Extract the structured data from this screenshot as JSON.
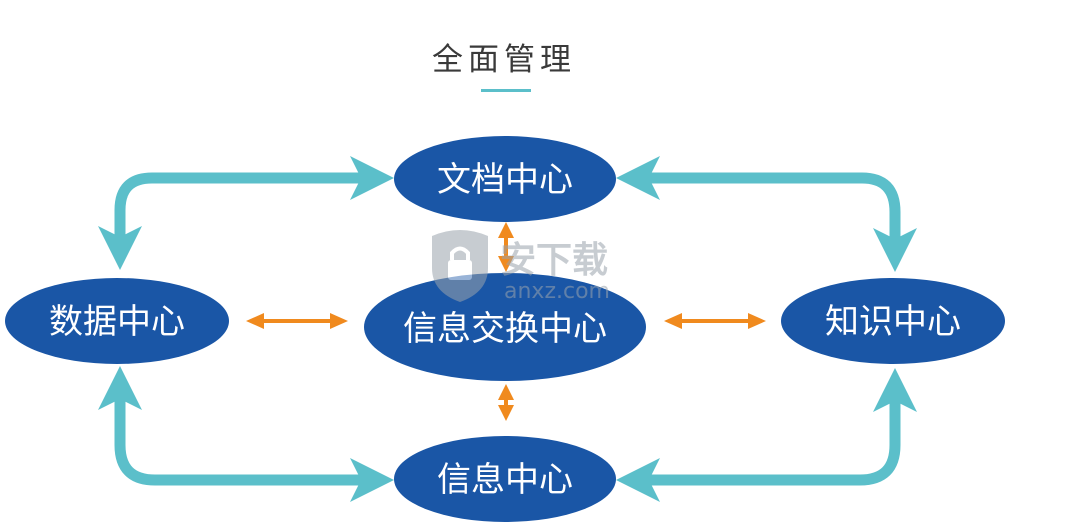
{
  "title": "全面管理",
  "nodes": {
    "document_center": "文档中心",
    "data_center": "数据中心",
    "exchange_center": "信息交换中心",
    "knowledge_center": "知识中心",
    "info_center": "信息中心"
  },
  "watermark": {
    "cn_text": "安下载",
    "url_text": "anxz.com"
  },
  "colors": {
    "node_fill": "#1a56a6",
    "outer_arrow": "#5bbfca",
    "inner_arrow": "#f08a1e",
    "title_underline": "#5bbfca"
  }
}
